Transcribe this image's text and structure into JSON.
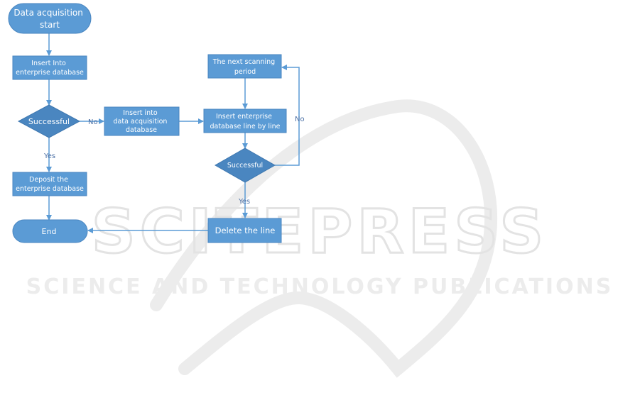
{
  "watermark": {
    "title": "SCITEPRESS",
    "subtitle": "SCIENCE AND TECHNOLOGY PUBLICATIONS"
  },
  "nodes": {
    "start": [
      "Data acquisition",
      "start"
    ],
    "insert_into_enterprise": [
      "Insert Into",
      "enterprise database"
    ],
    "successful_left": [
      "Successful"
    ],
    "insert_into_acquisition": [
      "Insert into",
      "data acquisition",
      "database"
    ],
    "deposit": [
      "Deposit the",
      "enterprise database"
    ],
    "end": [
      "End"
    ],
    "next_scanning": [
      "The next scanning",
      "period"
    ],
    "insert_line_by_line": [
      "Insert enterprise",
      "database line by line"
    ],
    "successful_right": [
      "Successful"
    ],
    "delete_line": [
      "Delete the line"
    ]
  },
  "edge_labels": {
    "no_left": "No",
    "yes_left": "Yes",
    "no_right": "No",
    "yes_right": "Yes"
  },
  "colors": {
    "node_fill": "#5b9bd5",
    "node_stroke": "#4a86c0",
    "arrow": "#5b9bd5",
    "label": "#4a6fa5",
    "watermark": "#e3e3e3"
  }
}
